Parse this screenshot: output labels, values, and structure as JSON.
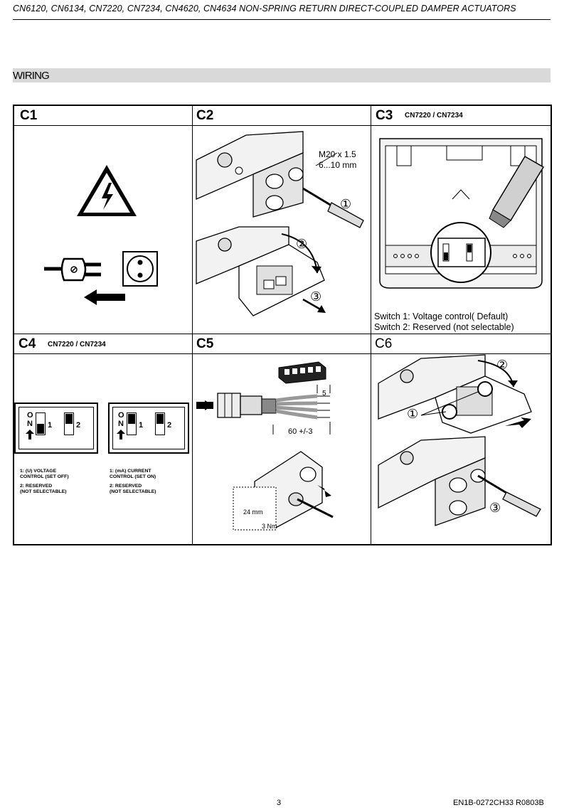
{
  "header": {
    "title": "CN6120, CN6134, CN7220, CN7234, CN4620, CN4634 NON-SPRING RETURN DIRECT-COUPLED DAMPER ACTUATORS"
  },
  "section": {
    "title": "WIRING"
  },
  "cells": {
    "c1": {
      "label": "C1"
    },
    "c2": {
      "label": "C2",
      "thread": "M20 x 1.5",
      "strip": "6...10 mm"
    },
    "c3": {
      "label": "C3",
      "models": "CN7220 / CN7234",
      "switch1": "Switch 1:  Voltage control( Default)",
      "switch2": "Switch 2:  Reserved (not selectable)"
    },
    "c4": {
      "label": "C4",
      "models": "CN7220 / CN7234",
      "left_line1": "1: (U) VOLTAGE",
      "left_line2": "CONTROL (SET OFF)",
      "left_line3": "2: RESERVED",
      "left_line4": "(NOT SELECTABLE)",
      "right_line1": "1: (mA) CURRENT",
      "right_line2": "CONTROL (SET ON)",
      "right_line3": "2: RESERVED",
      "right_line4": "(NOT SELECTABLE)"
    },
    "c5": {
      "label": "C5",
      "strip": "5",
      "length": "60 +/-3",
      "wrench": "24 mm",
      "torque": "3 Nm"
    },
    "c6": {
      "label": "C6"
    }
  },
  "switch_labels": {
    "on_o": "O",
    "on_n": "N",
    "one": "1",
    "two": "2"
  },
  "step_markers": {
    "one": "①",
    "two": "②",
    "three": "③"
  },
  "footer": {
    "page": "3",
    "doc_code": "EN1B-0272CH33 R0803B"
  }
}
